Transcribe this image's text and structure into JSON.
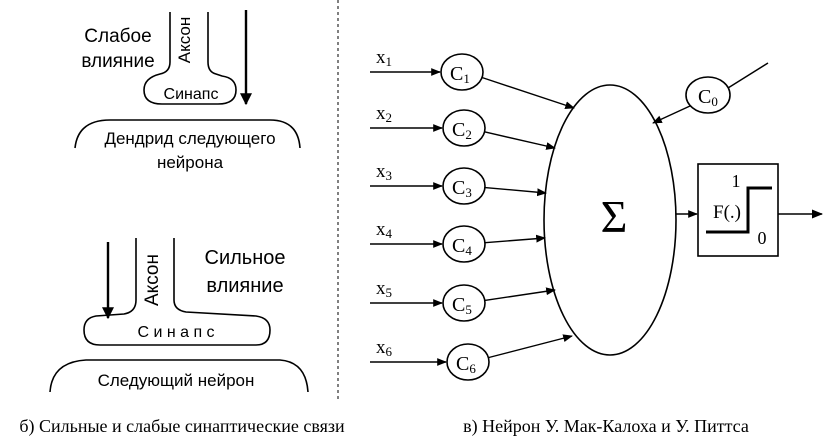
{
  "left_panel": {
    "weak": {
      "label_line1": "Слабое",
      "label_line2": "влияние",
      "axon": "Аксон",
      "synapse": "Синапс",
      "dendrite_line1": "Дендрид следующего",
      "dendrite_line2": "нейрона"
    },
    "strong": {
      "axon": "Аксон",
      "label_line1": "Сильное",
      "label_line2": "влияние",
      "synapse": "С и н а п с",
      "next_neuron": "Следующий нейрон"
    },
    "caption": "б) Сильные и слабые синаптические связи"
  },
  "right_panel": {
    "inputs": [
      {
        "x": "x",
        "sub": "1",
        "c": "C",
        "csub": "1"
      },
      {
        "x": "x",
        "sub": "2",
        "c": "C",
        "csub": "2"
      },
      {
        "x": "x",
        "sub": "3",
        "c": "C",
        "csub": "3"
      },
      {
        "x": "x",
        "sub": "4",
        "c": "C",
        "csub": "4"
      },
      {
        "x": "x",
        "sub": "5",
        "c": "C",
        "csub": "5"
      },
      {
        "x": "x",
        "sub": "6",
        "c": "C",
        "csub": "6"
      }
    ],
    "bias": {
      "c": "C",
      "csub": "0"
    },
    "sum_symbol": "Σ",
    "activation": {
      "label": "F(.)",
      "high": "1",
      "low": "0"
    },
    "caption": "в) Нейрон У. Мак-Калоха и У. Питтса"
  }
}
